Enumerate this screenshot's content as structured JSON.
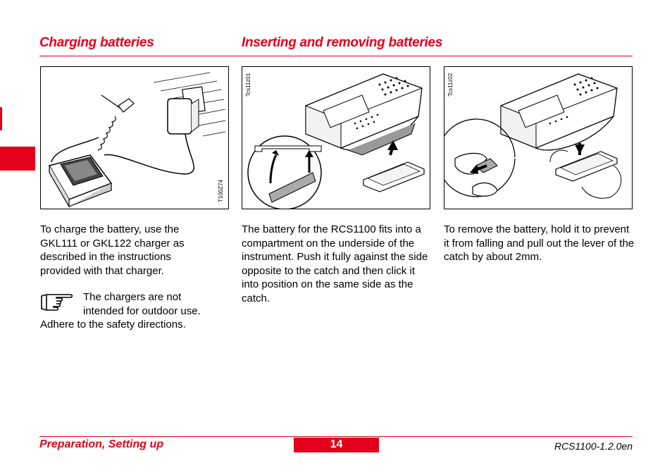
{
  "headings": {
    "charging": "Charging batteries",
    "inserting": "Inserting and removing batteries"
  },
  "figures": {
    "fig1_code": "T100Z74",
    "fig2_code": "Tcs11z01",
    "fig3_code": "Tcs11z02"
  },
  "columns": {
    "col1_text": "To charge the battery, use the GKL111 or GKL122 charger as described in the instructions provided with that charger.",
    "col2_text": "The battery for the RCS1100 fits into a compartment on the underside of the instrument. Push it fully against the side opposite to the catch and then click it into position on the same side as the catch.",
    "col3_text": "To remove the battery, hold it to prevent it from falling and pull out the lever of the catch by about 2mm."
  },
  "note": {
    "icon": "pointing-hand-icon",
    "line1": "The chargers are not intended for outdoor use.",
    "line2": "Adhere to the safety directions."
  },
  "footer": {
    "section": "Preparation, Setting up",
    "page": "14",
    "doc_id": "RCS1100-1.2.0en"
  },
  "colors": {
    "accent": "#e3001b"
  }
}
